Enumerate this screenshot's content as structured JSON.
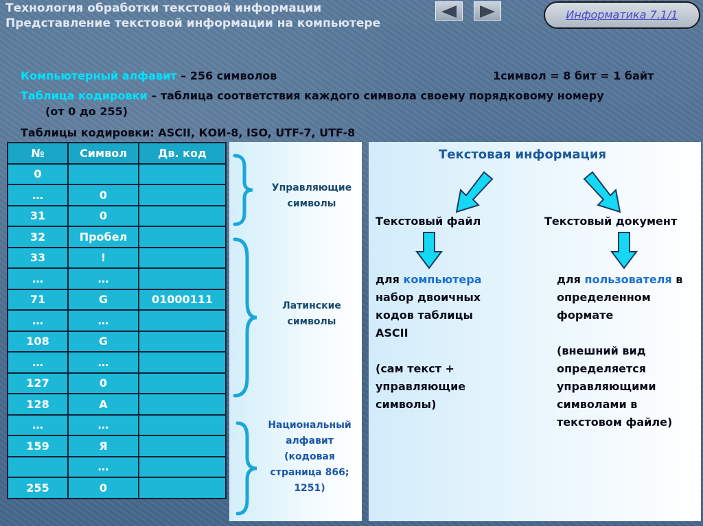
{
  "header": {
    "title1": "Технология обработки текстовой информации",
    "title2": "Представление текстовой информации на компьютере",
    "badge": "Информатика 7.1/1",
    "nav_prev_icon": "triangle-left-icon",
    "nav_next_icon": "triangle-right-icon"
  },
  "intro": {
    "line1_term": "Компьютерный алфавит",
    "line1_rest": " – 256 символов",
    "line1_right": "1символ = 8 бит = 1 байт",
    "line2_term": "Таблица кодировки",
    "line2_rest": " – таблица соответствия каждого символа своему порядковому номеру",
    "line3": "(от 0 до 255)",
    "line4": "Таблицы кодировки: ASCII, КОИ-8, ISO, UTF-7, UTF-8"
  },
  "table": {
    "headers": [
      "№",
      "Символ",
      "Дв. код"
    ],
    "rows": [
      [
        "0",
        "",
        ""
      ],
      [
        "…",
        "0",
        ""
      ],
      [
        "31",
        "0",
        ""
      ],
      [
        "32",
        "Пробел",
        ""
      ],
      [
        "33",
        "!",
        ""
      ],
      [
        "…",
        "…",
        ""
      ],
      [
        "71",
        "G",
        "01000111"
      ],
      [
        "…",
        "…",
        ""
      ],
      [
        "108",
        "G",
        ""
      ],
      [
        "…",
        "…",
        ""
      ],
      [
        "127",
        "0",
        ""
      ],
      [
        "128",
        "А",
        ""
      ],
      [
        "…",
        "…",
        ""
      ],
      [
        "159",
        "Я",
        ""
      ],
      [
        "",
        "…",
        ""
      ],
      [
        "255",
        "0",
        ""
      ]
    ]
  },
  "groups": {
    "control_1": "Управляющие",
    "control_2": "символы",
    "latin_1": "Латинские",
    "latin_2": "символы",
    "national_1": "Национальный",
    "national_2": "алфавит",
    "national_3": "(кодовая",
    "national_4": "страница 866;",
    "national_5": "1251)"
  },
  "right": {
    "title": "Текстовая информация",
    "file": "Текстовый файл",
    "document": "Текстовый документ",
    "file_for": "для ",
    "file_for_blue": "компьютера",
    "file_2": "набор двоичных",
    "file_3": "кодов таблицы",
    "file_4": "ASCII",
    "file_5": "(сам текст +",
    "file_6": "управляющие",
    "file_7": "символы)",
    "doc_for": "для ",
    "doc_for_blue": "пользователя",
    "doc_for_end": " в",
    "doc_2": "определенном",
    "doc_3": "формате",
    "doc_4": "(внешний вид",
    "doc_5": "определяется",
    "doc_6": "управляющими",
    "doc_7": "символами в",
    "doc_8": "текстовом файле)"
  }
}
